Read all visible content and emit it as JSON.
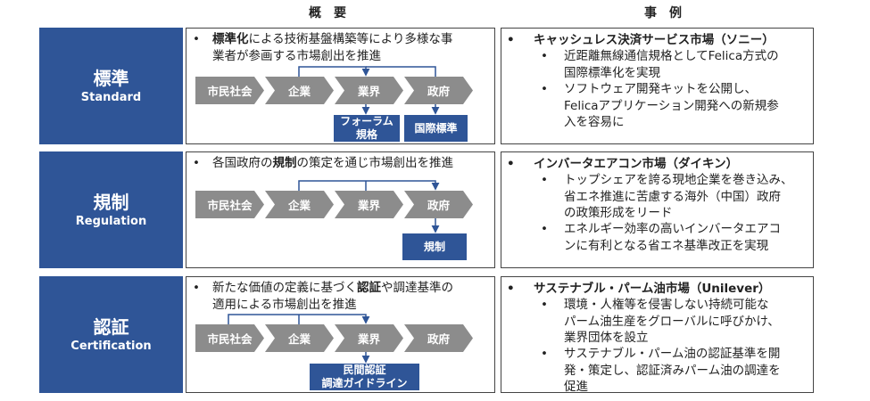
{
  "headers": {
    "overview": "概要",
    "cases": "事例"
  },
  "rows": [
    {
      "label_jp": "標準",
      "label_en": "Standard",
      "overview_bold": "標準化",
      "overview_rest_line1": "による技術基盤構築等により多様な事",
      "overview_line2": "業者が参画する市場創出を推進",
      "chain": [
        "市民社会",
        "企業",
        "業界",
        "政府"
      ],
      "out1_l1": "フォーラム",
      "out1_l2": "規格",
      "out2": "国際標準",
      "case_title": "キャッシュレス決済サービス市場（ソニー）",
      "case_b1_l1": "近距離無線通信規格としてFelica方式の",
      "case_b1_l2": "国際標準化を実現",
      "case_b2_l1": "ソフトウェア開発キットを公開し、",
      "case_b2_l2": "Felicaアプリケーション開発への新規参",
      "case_b2_l3": "入を容易に"
    },
    {
      "label_jp": "規制",
      "label_en": "Regulation",
      "overview_pre": "各国政府の",
      "overview_bold": "規制",
      "overview_post": "の策定を通じ市場創出を推進",
      "chain": [
        "市民社会",
        "企業",
        "業界",
        "政府"
      ],
      "out1": "規制",
      "case_title": "インバータエアコン市場（ダイキン）",
      "case_b1_l1": "トップシェアを誇る現地企業を巻き込み、",
      "case_b1_l2": "省エネ推進に苦慮する海外（中国）政府",
      "case_b1_l3": "の政策形成をリード",
      "case_b2_l1": "エネルギー効率の高いインバータエアコ",
      "case_b2_l2": "ンに有利となる省エネ基準改正を実現"
    },
    {
      "label_jp": "認証",
      "label_en": "Certification",
      "overview_pre": "新たな価値の定義に基づく",
      "overview_bold": "認証",
      "overview_post": "や調達基準の",
      "overview_line2": "適用による市場創出を推進",
      "chain": [
        "市民社会",
        "企業",
        "業界",
        "政府"
      ],
      "out1_l1": "民間認証",
      "out1_l2": "調達ガイドライン",
      "case_title": "サステナブル・パーム油市場（Unilever）",
      "case_b1_l1": "環境・人権等を侵害しない持続可能な",
      "case_b1_l2": "パーム油生産をグローバルに呼びかけ、",
      "case_b1_l3": "業界団体を設立",
      "case_b2_l1": "サステナブル・パーム油の認証基準を開",
      "case_b2_l2": "発・策定し、認証済みパーム油の調達を",
      "case_b2_l3": "促進"
    }
  ],
  "bullet_main": "•",
  "bullet_sub": "•",
  "colors": {
    "navy": "#2f5597",
    "gray": "#8c8c8c"
  }
}
